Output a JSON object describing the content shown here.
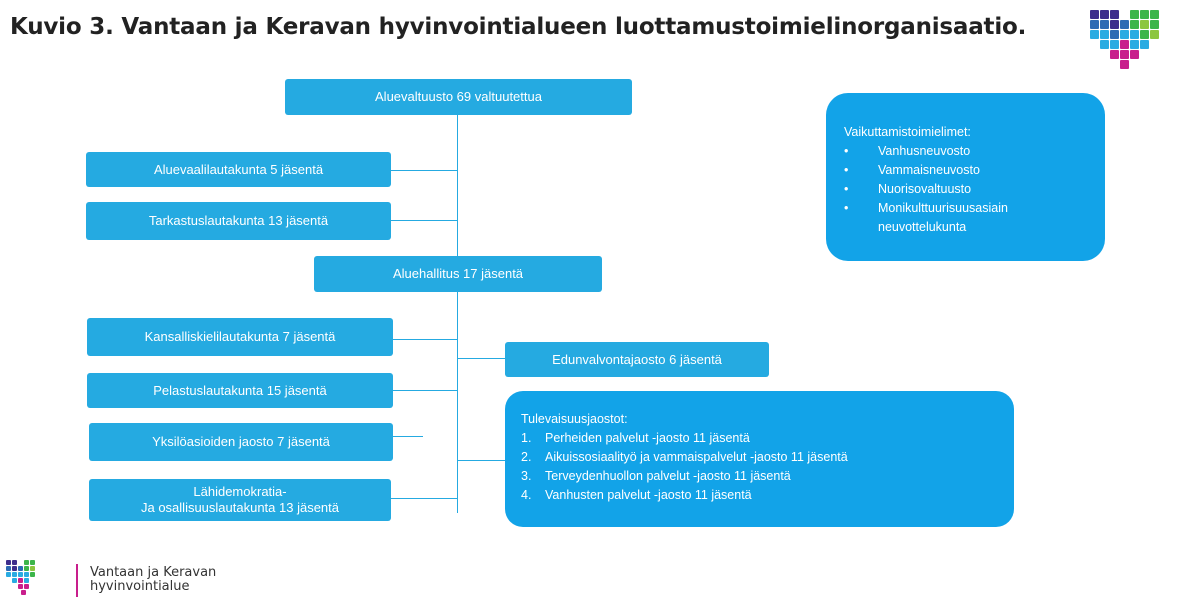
{
  "title": "Kuvio 3. Vantaan ja Keravan hyvinvointialueen luottamustoimielinorganisaatio.",
  "colors": {
    "box": "#25aae1",
    "panel": "#12a3e8",
    "accent_magenta": "#c81e8c",
    "accent_purple": "#3d2d8c",
    "accent_green": "#3cb54a"
  },
  "org": {
    "council": "Aluevaltuusto 69 valtuutettua",
    "election_board": "Aluevaalilautakunta 5 jäsentä",
    "audit_board": "Tarkastuslautakunta 13 jäsentä",
    "executive_board": "Aluehallitus 17 jäsentä",
    "language_board": "Kansalliskielilautakunta 7 jäsentä",
    "rescue_board": "Pelastuslautakunta 15 jäsentä",
    "individual_division": "Yksilöasioiden jaosto 7 jäsentä",
    "democracy_board_line1": "Lähidemokratia-",
    "democracy_board_line2": "Ja osallisuuslautakunta 13 jäsentä",
    "advocacy_division": "Edunvalvontajaosto 6 jäsentä"
  },
  "influence_bodies": {
    "heading": "Vaikuttamistoimielimet:",
    "items": [
      "Vanhusneuvosto",
      "Vammaisneuvosto",
      "Nuorisovaltuusto",
      "Monikulttuurisuusasiain neuvottelukunta"
    ]
  },
  "future_divisions": {
    "heading": "Tulevaisuusjaostot:",
    "items": [
      "Perheiden palvelut -jaosto 11 jäsentä",
      "Aikuissosiaalityö ja vammaispalvelut -jaosto 11 jäsentä",
      "Terveydenhuollon palvelut -jaosto 11 jäsentä",
      "Vanhusten palvelut -jaosto 11 jäsentä"
    ]
  },
  "brand": {
    "line1": "Vantaan ja Keravan",
    "line2": "hyvinvointialue"
  }
}
